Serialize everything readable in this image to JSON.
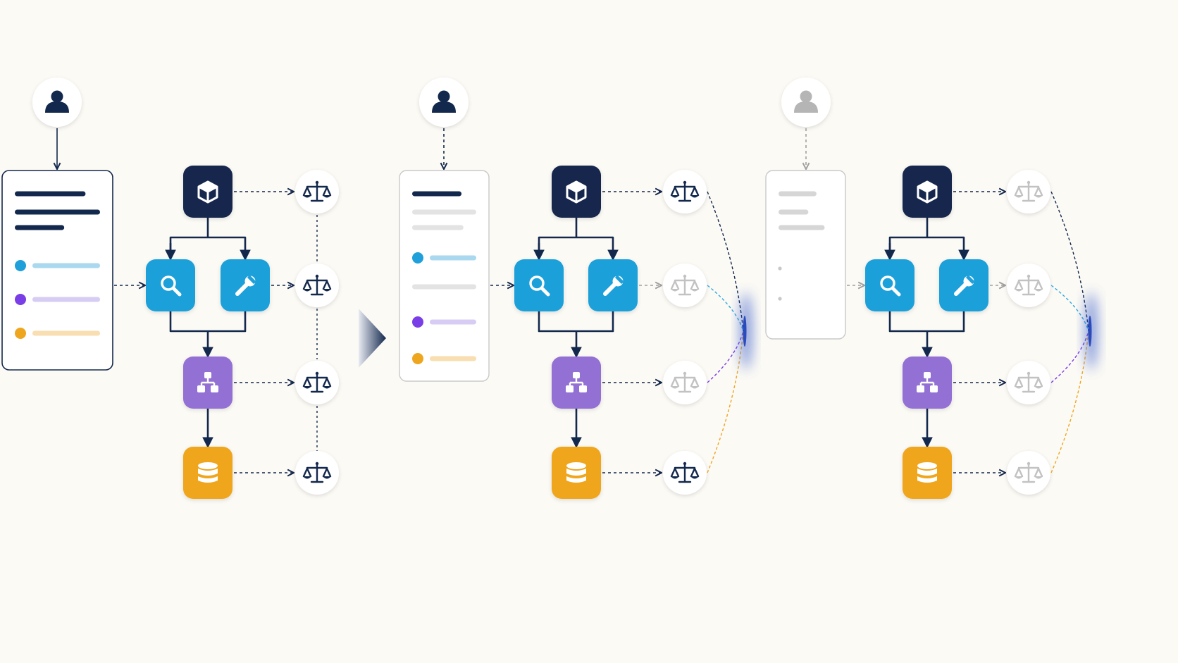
{
  "diagram": {
    "colors": {
      "background": "#fcfaf5",
      "navy": "#13284d",
      "blue": "#1fa0da",
      "purple": "#9370d3",
      "orange": "#efa61f",
      "muted": "#b8b8b8",
      "accent_blue": "#2fa8e1",
      "accent_purple": "#7a3ee6",
      "accent_orange": "#efa61f"
    },
    "panels": [
      {
        "id": "panel-1",
        "state": "active",
        "user_icon": "user-icon",
        "document": {
          "lines": [
            "heading",
            "body",
            "body-short"
          ],
          "items": [
            {
              "color": "blue",
              "state": "active"
            },
            {
              "color": "purple",
              "state": "active"
            },
            {
              "color": "orange",
              "state": "active"
            }
          ]
        },
        "nodes": [
          {
            "icon": "cube-icon",
            "color": "navy"
          },
          {
            "icon": "search-icon",
            "color": "blue"
          },
          {
            "icon": "wrench-icon",
            "color": "blue"
          },
          {
            "icon": "hierarchy-icon",
            "color": "purple"
          },
          {
            "icon": "database-icon",
            "color": "orange"
          }
        ],
        "evaluators": [
          "active",
          "active",
          "active",
          "active"
        ]
      },
      {
        "id": "panel-2",
        "state": "partial",
        "user_icon": "user-icon",
        "document": {
          "lines": [
            "heading",
            "faded",
            "faded"
          ],
          "items": [
            {
              "color": "blue",
              "state": "active"
            },
            {
              "color": "none",
              "state": "faded"
            },
            {
              "color": "purple",
              "state": "active"
            },
            {
              "color": "orange",
              "state": "active"
            }
          ]
        },
        "nodes": [
          {
            "icon": "cube-icon",
            "color": "navy"
          },
          {
            "icon": "search-icon",
            "color": "blue"
          },
          {
            "icon": "wrench-icon",
            "color": "blue"
          },
          {
            "icon": "hierarchy-icon",
            "color": "purple"
          },
          {
            "icon": "database-icon",
            "color": "orange"
          }
        ],
        "evaluators": [
          "active",
          "faded",
          "faded",
          "active"
        ]
      },
      {
        "id": "panel-3",
        "state": "faded",
        "user_icon": "user-icon",
        "document": {
          "lines": [
            "faded",
            "faded",
            "faded"
          ],
          "items": [
            {
              "color": "none",
              "state": "dot"
            },
            {
              "color": "none",
              "state": "dot"
            }
          ]
        },
        "nodes": [
          {
            "icon": "cube-icon",
            "color": "navy"
          },
          {
            "icon": "search-icon",
            "color": "blue"
          },
          {
            "icon": "wrench-icon",
            "color": "blue"
          },
          {
            "icon": "hierarchy-icon",
            "color": "purple"
          },
          {
            "icon": "database-icon",
            "color": "orange"
          }
        ],
        "evaluators": [
          "faded",
          "faded",
          "faded",
          "faded"
        ]
      }
    ]
  }
}
